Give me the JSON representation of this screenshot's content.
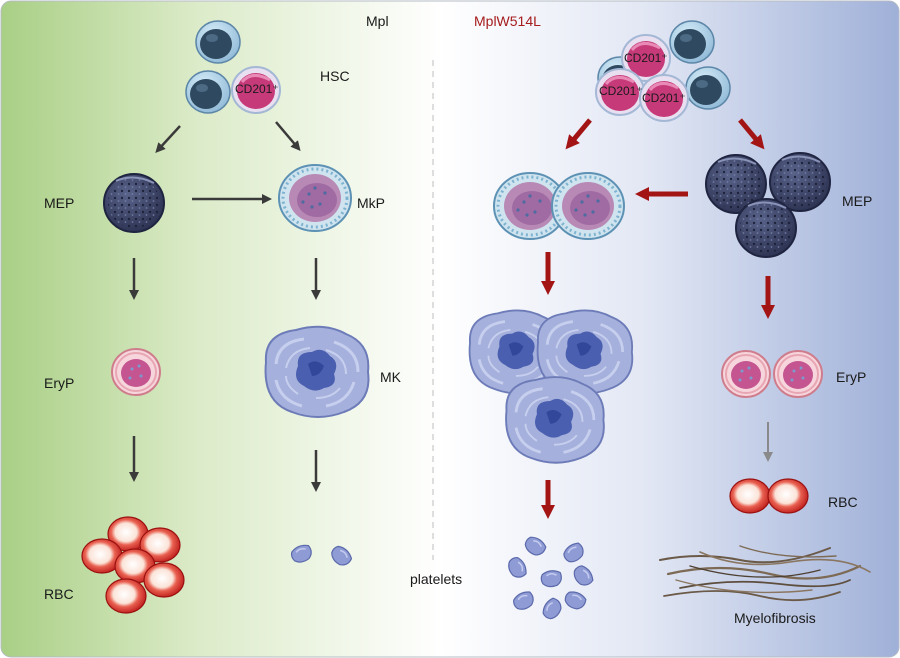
{
  "left_panel": {
    "title": "Mpl",
    "hsc_label": "HSC",
    "hsc_marker": "CD201⁺",
    "mep_label": "MEP",
    "mkp_label": "MkP",
    "mk_label": "MK",
    "eryp_label": "EryP",
    "rbc_label": "RBC"
  },
  "right_panel": {
    "title": "MplW514L",
    "hsc_markers": [
      "CD201⁺",
      "CD201⁺",
      "CD201⁺"
    ],
    "mep_label": "MEP",
    "eryp_label": "EryP",
    "rbc_label": "RBC",
    "fibrosis_label": "Myelofibrosis"
  },
  "shared": {
    "platelets_label": "platelets"
  },
  "colors": {
    "left_bg": "#a9cf85",
    "right_bg": "#9fb0d8",
    "mutant_title": "#a51c1c",
    "normal_arrow": "#3a3a3a",
    "mutant_arrow": "#a31515",
    "mutant_minor_arrow": "#8a8a8a",
    "rbc": "#c81d1d",
    "mk": "#8b99cf",
    "mep": "#3a4260",
    "hsc_dark": "#2f4a60",
    "cd201_cell": "#b3356f",
    "fibrosis": "#6b5a48"
  },
  "icons": [
    "hsc-cell-icon",
    "cd201-hsc-icon",
    "mep-cell-icon",
    "mkp-cell-icon",
    "mk-cell-icon",
    "eryp-cell-icon",
    "rbc-icon",
    "platelet-icon",
    "fibre-icon"
  ]
}
